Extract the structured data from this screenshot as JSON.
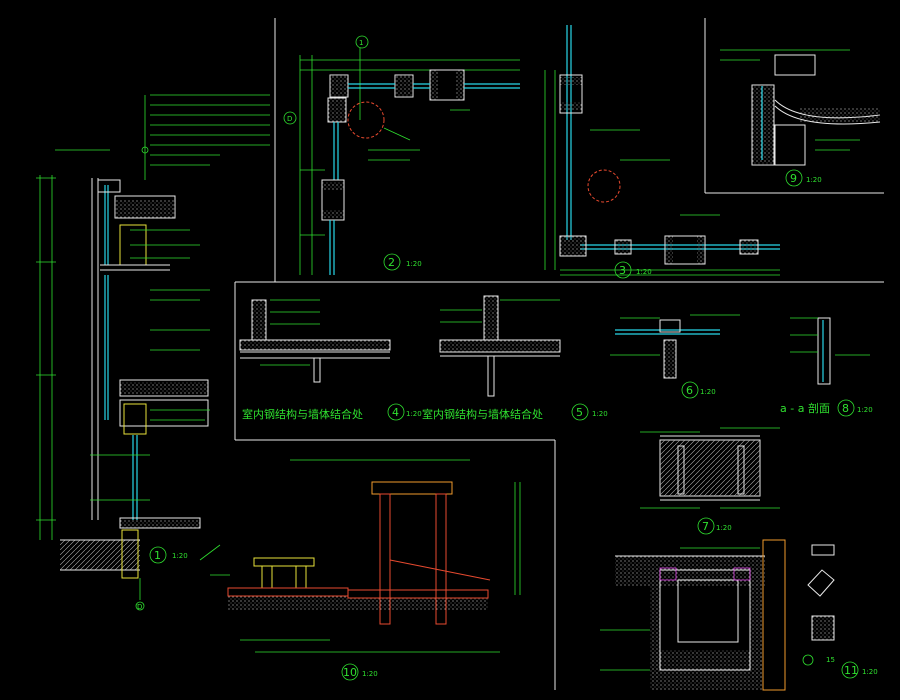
{
  "details": [
    {
      "id": "d1",
      "number": "1",
      "scale": "1:20"
    },
    {
      "id": "d2",
      "number": "2",
      "scale": "1:20"
    },
    {
      "id": "d3",
      "number": "3",
      "scale": "1:20"
    },
    {
      "id": "d4",
      "number": "4",
      "scale": "1:20"
    },
    {
      "id": "d5",
      "number": "5",
      "scale": "1:20"
    },
    {
      "id": "d6",
      "number": "6",
      "scale": "1:20"
    },
    {
      "id": "d7",
      "number": "7",
      "scale": "1:20"
    },
    {
      "id": "d8",
      "number": "8",
      "scale": "1:20"
    },
    {
      "id": "d9",
      "number": "9",
      "scale": "1:20"
    },
    {
      "id": "d10",
      "number": "10",
      "scale": "1:20"
    },
    {
      "id": "d11",
      "number": "11",
      "scale": "1:20"
    }
  ],
  "captions": {
    "steel_wall_a": "室内钢结构与墙体结合处",
    "steel_wall_b": "室内钢结构与墙体结合处",
    "section_aa": "a - a 剖面"
  },
  "grid_marks": {
    "top_axis": "1",
    "left_axis": "D",
    "bottom_axis": "D"
  },
  "extra_label": "15",
  "colors": {
    "background": "#000000",
    "text": "#2fe02f",
    "line": "#e8e8e8",
    "glass": "#28d7e8",
    "structure": "#e8e23a",
    "masonry": "#e84a2f"
  }
}
